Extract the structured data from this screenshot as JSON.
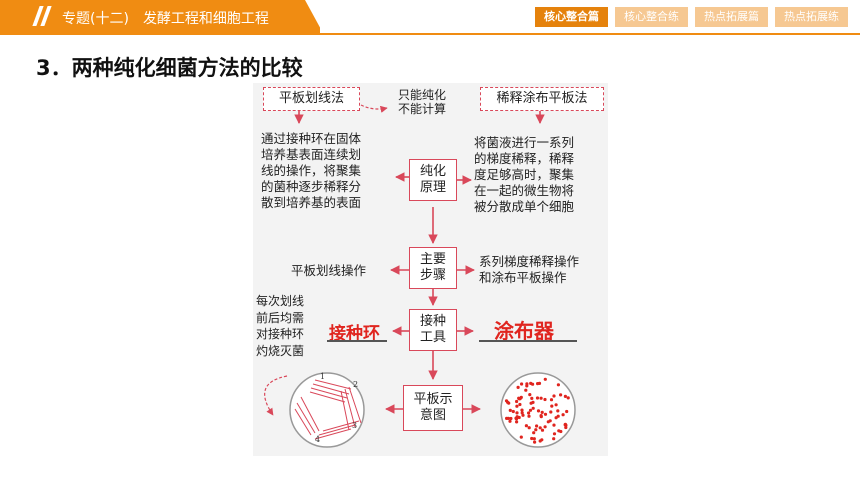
{
  "header": {
    "crumbs": [
      "专题(十二)",
      "发酵工程和细胞工程"
    ],
    "tabs": [
      "核心整合篇",
      "核心整合练",
      "热点拓展篇",
      "热点拓展练"
    ],
    "active_tab": 0
  },
  "section_title": "3．两种纯化细菌方法的比较",
  "diagram": {
    "method_left": "平板划线法",
    "method_right": "稀释涂布平板法",
    "count_note": [
      "只能纯化",
      "不能计算"
    ],
    "nodes": {
      "principle": [
        "纯化",
        "原理"
      ],
      "steps": [
        "主要",
        "步骤"
      ],
      "tools": [
        "接种",
        "工具"
      ],
      "plate": [
        "平板示",
        "意图"
      ]
    },
    "principle_left": [
      "通过接种环在固体",
      "培养基表面连续划",
      "线的操作，将聚集",
      "的菌种逐步稀释分",
      "散到培养基的表面"
    ],
    "principle_right": [
      "将菌液进行一系列",
      "的梯度稀释，稀释",
      "度足够高时，聚集",
      "在一起的微生物将",
      "被分散成单个细胞"
    ],
    "steps_left": "平板划线操作",
    "steps_right": [
      "系列梯度稀释操作",
      "和涂布平板操作"
    ],
    "sterilize_note": [
      "每次划线",
      "前后均需",
      "对接种环",
      "灼烧灭菌"
    ],
    "tool_left_answer": "接种环",
    "tool_right_answer": "涂布器",
    "streak_labels": [
      "1",
      "2",
      "3",
      "4"
    ],
    "colors": {
      "accent": "#f08c12",
      "answer": "#e0251f",
      "arrow": "#d9485a"
    }
  }
}
